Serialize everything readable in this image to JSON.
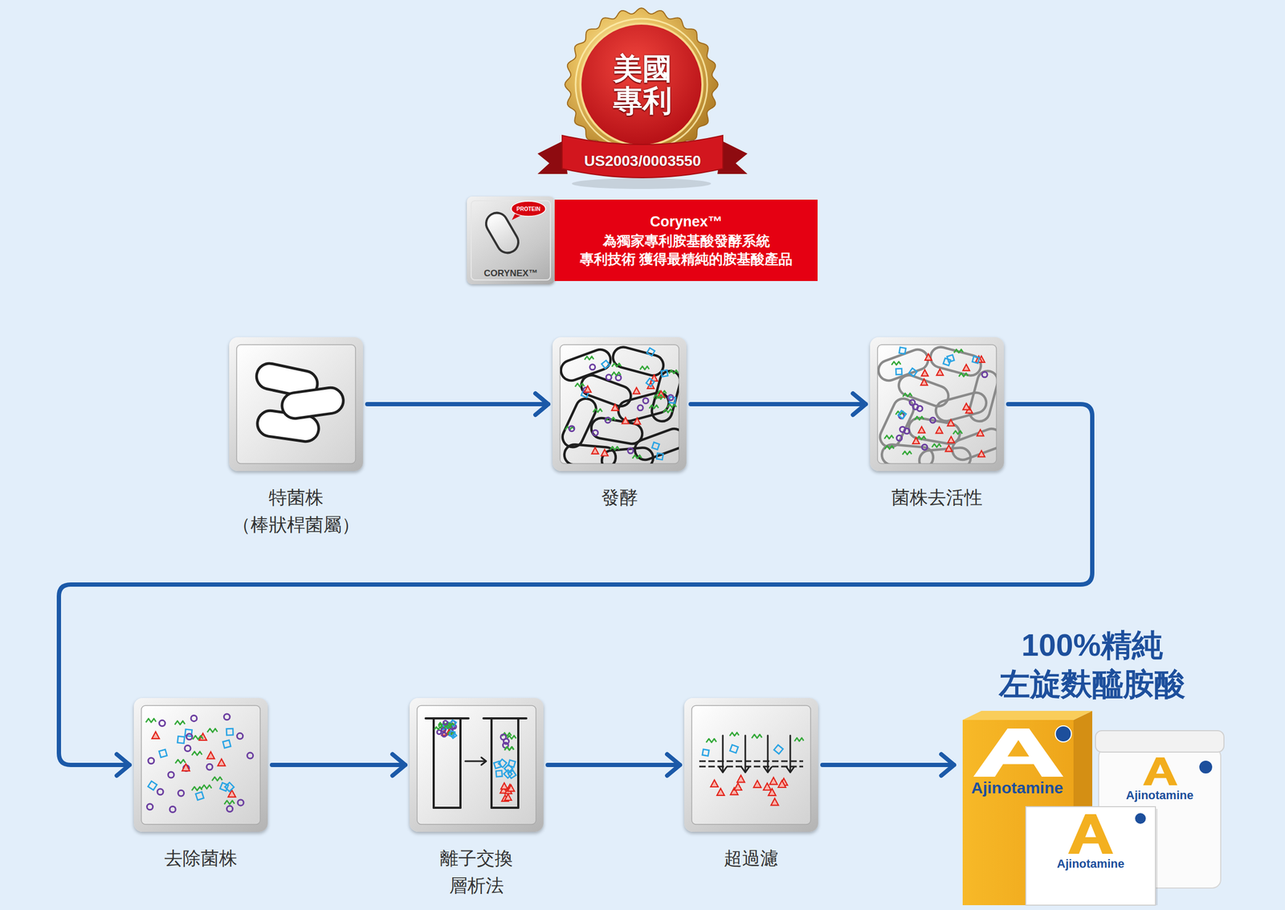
{
  "diagram": {
    "nodes": [
      {
        "text": [
          "美國 專利",
          "US2003/0003550"
        ]
      },
      {
        "text": [
          "CORYNEX™"
        ]
      },
      {
        "text": [
          "PROTEIN"
        ],
        "in": 1
      },
      {
        "text": [
          "Corynex™",
          "為獨家專利胺基酸發酵系統",
          "專利技術 獲得最精純的胺基酸產品"
        ]
      },
      {
        "text": [
          "特菌株 （棒狀桿菌屬）"
        ]
      },
      {
        "text": [
          "發酵"
        ]
      },
      {
        "text": [
          "菌株去活性"
        ]
      },
      {
        "text": [
          "去除菌株"
        ]
      },
      {
        "text": [
          "離子交換 層析法"
        ]
      },
      {
        "text": [
          "超過濾"
        ]
      },
      {
        "text": [
          "100%精純 左旋麩醯胺酸"
        ]
      }
    ],
    "edges": [
      {
        "from": 4,
        "to": 5,
        "arrow": "to"
      },
      {
        "from": 5,
        "to": 6,
        "arrow": "to"
      },
      {
        "from": 6,
        "to": 7,
        "arrow": "to"
      },
      {
        "from": 7,
        "to": 8,
        "arrow": "to"
      },
      {
        "from": 8,
        "to": 9,
        "arrow": "to"
      },
      {
        "from": 9,
        "to": 10,
        "arrow": "to"
      }
    ],
    "labels": [
      "Ajinotamine",
      "Ajinotamine",
      "Ajinotamine"
    ]
  }
}
